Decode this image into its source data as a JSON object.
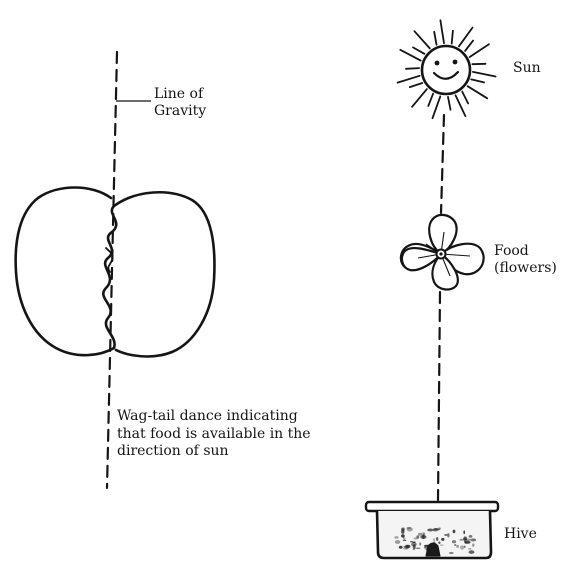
{
  "diagram": {
    "gravity_label": [
      "Line of",
      "Gravity"
    ],
    "sun_label": "Sun",
    "food_label": [
      "Food",
      "(flowers)"
    ],
    "hive_label": "Hive",
    "dance_caption": [
      "Wag-tail dance indicating",
      "that food is available in the",
      "direction of sun"
    ]
  },
  "colors": {
    "ink": "#151515",
    "background": "#ffffff"
  }
}
